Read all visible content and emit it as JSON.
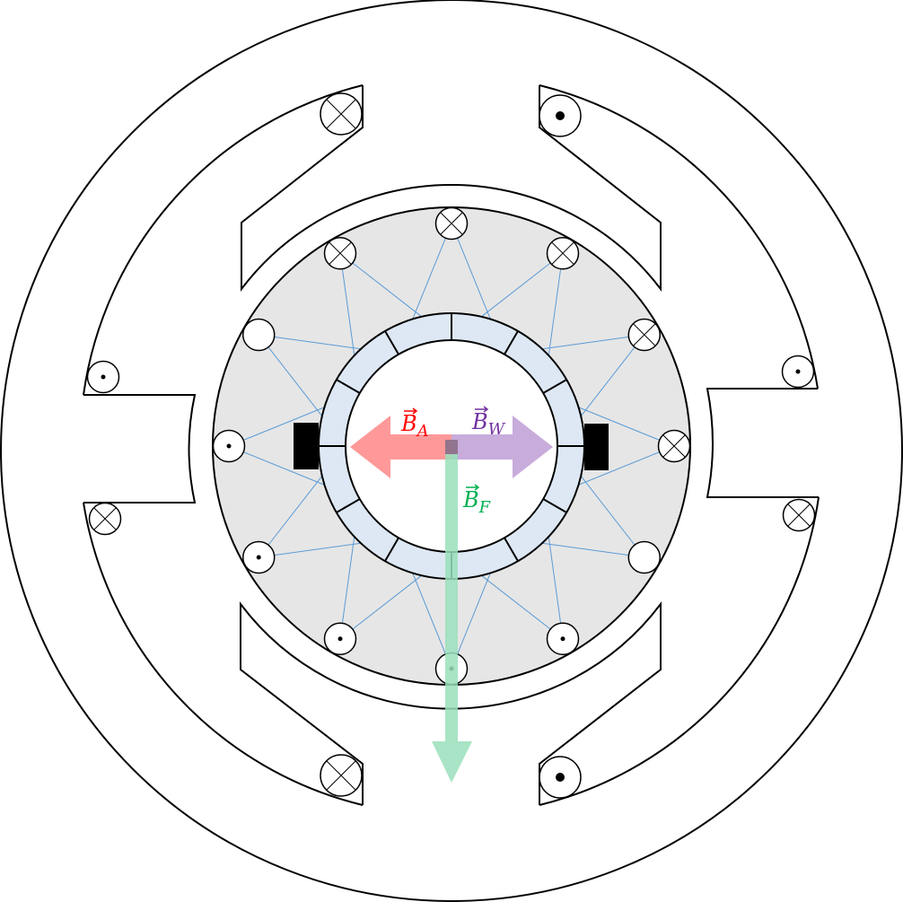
{
  "labels": {
    "armature": {
      "main": "B",
      "sub": "A",
      "color": "#ff0000"
    },
    "winding": {
      "main": "B",
      "sub": "W",
      "color": "#7030a0"
    },
    "field": {
      "main": "B",
      "sub": "F",
      "color": "#00b050"
    }
  },
  "colors": {
    "rotor": "#e6e6e6",
    "commutator": "#dde8f4",
    "wiring": "#5b9bd5",
    "arrow_armature": "#ff9999",
    "arrow_winding": "#c5a8da",
    "arrow_field": "#99dfbb"
  },
  "rotor_slots": [
    "cross",
    "cross",
    "empty",
    "dot",
    "dot",
    "dot",
    "dot",
    "dot",
    "empty",
    "cross",
    "cross",
    "cross"
  ],
  "stator_coils": [
    "cross",
    "dot",
    "dot",
    "cross",
    "dot",
    "cross",
    "cross",
    "dot"
  ]
}
